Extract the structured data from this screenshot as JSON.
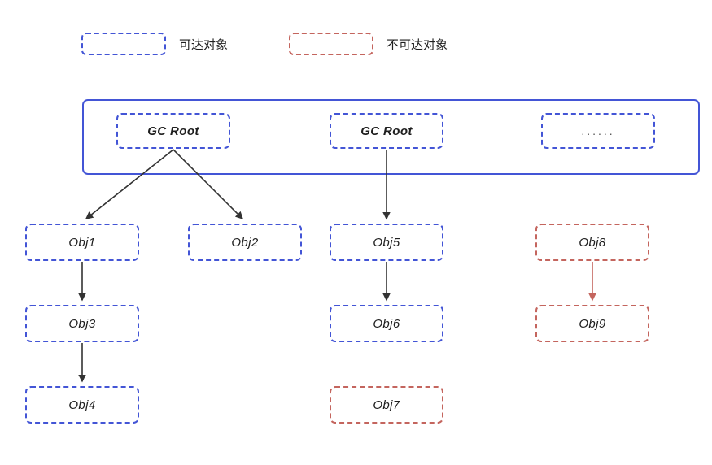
{
  "diagram": {
    "title": "GC Roots Reachability Diagram",
    "colors": {
      "reachable": "#4355d6",
      "unreachable": "#c4655e",
      "arrow_reachable": "#333333",
      "arrow_unreachable": "#c4655e",
      "background": "#ffffff",
      "text": "#1f1f1f"
    }
  },
  "legend": {
    "items": [
      {
        "label": "可达对象",
        "kind": "reachable"
      },
      {
        "label": "不可达对象",
        "kind": "unreachable"
      }
    ]
  },
  "root_container": {
    "nodes": [
      {
        "label": "GC Root",
        "kind": "reachable"
      },
      {
        "label": "GC Root",
        "kind": "reachable"
      },
      {
        "label": "......",
        "kind": "reachable"
      }
    ]
  },
  "objects": [
    {
      "label": "Obj1",
      "kind": "reachable"
    },
    {
      "label": "Obj2",
      "kind": "reachable"
    },
    {
      "label": "Obj3",
      "kind": "reachable"
    },
    {
      "label": "Obj4",
      "kind": "reachable"
    },
    {
      "label": "Obj5",
      "kind": "reachable"
    },
    {
      "label": "Obj6",
      "kind": "reachable"
    },
    {
      "label": "Obj7",
      "kind": "unreachable"
    },
    {
      "label": "Obj8",
      "kind": "unreachable"
    },
    {
      "label": "Obj9",
      "kind": "unreachable"
    }
  ],
  "edges": [
    {
      "from": "GC Root",
      "to": "Obj1",
      "kind": "reachable"
    },
    {
      "from": "GC Root",
      "to": "Obj2",
      "kind": "reachable"
    },
    {
      "from": "GC Root",
      "to": "Obj5",
      "kind": "reachable"
    },
    {
      "from": "Obj1",
      "to": "Obj3",
      "kind": "reachable"
    },
    {
      "from": "Obj3",
      "to": "Obj4",
      "kind": "reachable"
    },
    {
      "from": "Obj5",
      "to": "Obj6",
      "kind": "reachable"
    },
    {
      "from": "Obj8",
      "to": "Obj9",
      "kind": "unreachable"
    }
  ]
}
